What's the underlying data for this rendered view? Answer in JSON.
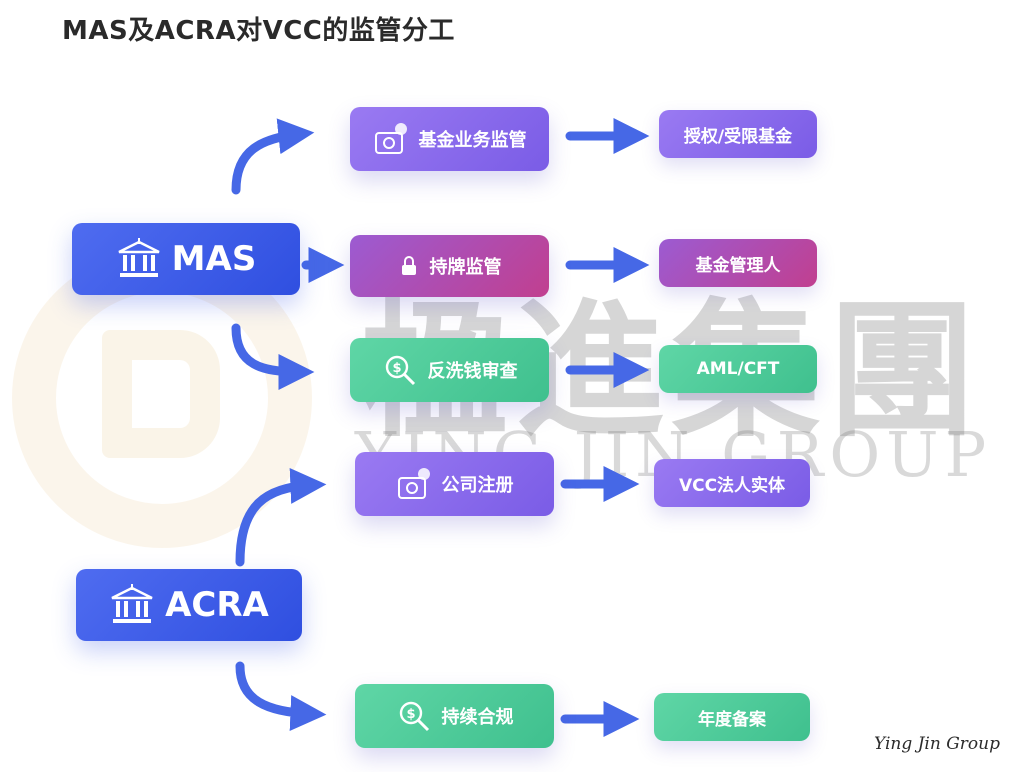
{
  "title": "MAS及ACRA对VCC的监管分工",
  "regulators": {
    "mas": {
      "label": "MAS",
      "icon": "bank-icon"
    },
    "acra": {
      "label": "ACRA",
      "icon": "bank-icon"
    }
  },
  "functions": [
    {
      "label": "基金业务监管",
      "icon": "safe-money-icon",
      "color": "#8b6ef0",
      "target": "授权/受限基金"
    },
    {
      "label": "持牌监管",
      "icon": "lock-icon",
      "color": "#b14a9f",
      "target": "基金管理人"
    },
    {
      "label": "反洗钱审查",
      "icon": "magnifier-dollar-icon",
      "color": "#4ecb9a",
      "target": "AML/CFT"
    },
    {
      "label": "公司注册",
      "icon": "safe-money-icon",
      "color": "#8b6ef0",
      "target": "VCC法人实体"
    },
    {
      "label": "持续合规",
      "icon": "magnifier-dollar-icon",
      "color": "#4ecb9a",
      "target": "年度备案"
    }
  ],
  "watermark": {
    "chinese": "楹進集團",
    "english": "YING JIN GROUP",
    "signature": "Ying Jin Group"
  },
  "colors": {
    "blue": "#3a58e8",
    "purple": "#8b6ef0",
    "pink": "#b14a9f",
    "green": "#4ecb9a",
    "arrow": "#4668e6"
  }
}
